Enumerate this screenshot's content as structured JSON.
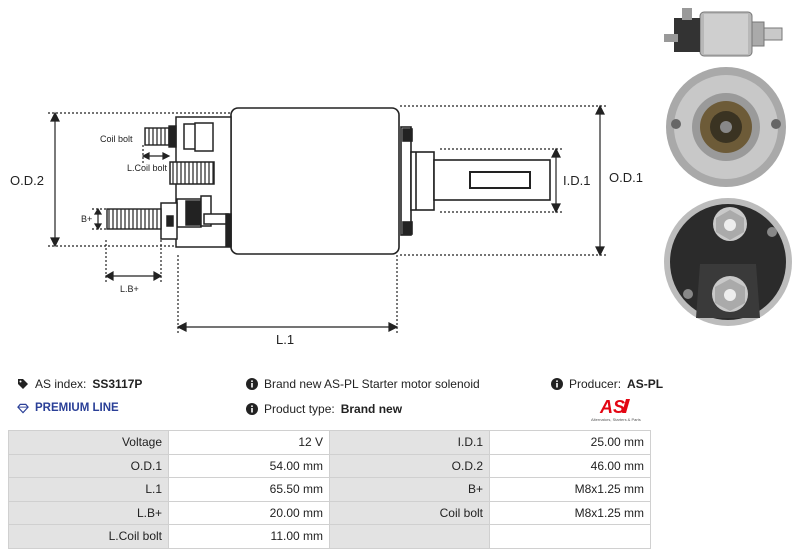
{
  "drawing": {
    "labels": {
      "od2": "O.D.2",
      "od1": "O.D.1",
      "id1": "I.D.1",
      "l1": "L.1",
      "coil_bolt": "Coil bolt",
      "l_coil_bolt": "L.Coil bolt",
      "b_plus": "B+",
      "lb_plus": "L.B+"
    }
  },
  "info": {
    "as_index_label": "AS index:",
    "as_index_value": "SS3117P",
    "premium_line": "PREMIUM LINE",
    "description": "Brand new AS-PL Starter motor solenoid",
    "product_type_label": "Product type:",
    "product_type_value": "Brand new",
    "producer_label": "Producer:",
    "producer_value": "AS-PL"
  },
  "logo": {
    "text": "AS",
    "tagline": "Alternators, Starters & Parts",
    "color": "#e30613"
  },
  "specs": [
    [
      "Voltage",
      "12 V",
      "I.D.1",
      "25.00 mm"
    ],
    [
      "O.D.1",
      "54.00 mm",
      "O.D.2",
      "46.00 mm"
    ],
    [
      "L.1",
      "65.50 mm",
      "B+",
      "M8x1.25 mm"
    ],
    [
      "L.B+",
      "20.00 mm",
      "Coil bolt",
      "M8x1.25 mm"
    ],
    [
      "L.Coil bolt",
      "11.00 mm",
      "",
      ""
    ]
  ],
  "colors": {
    "premium": "#2a3f97",
    "label_cell": "#e3e3e3"
  }
}
